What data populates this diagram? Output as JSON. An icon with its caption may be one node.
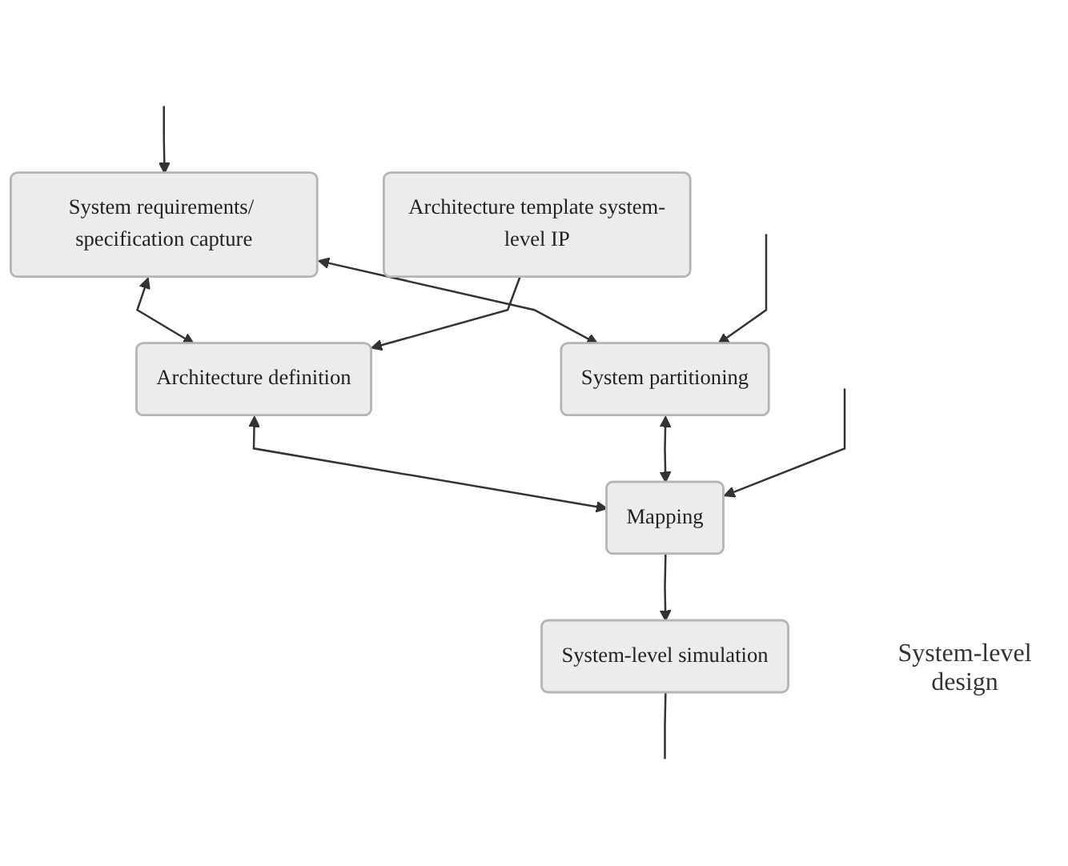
{
  "diagram": {
    "nodes": [
      {
        "text": [
          "System requirements/ specification capture"
        ]
      },
      {
        "text": [
          "Architecture template system-level IP"
        ]
      },
      {
        "text": [
          "Architecture definition"
        ]
      },
      {
        "text": [
          "System partitioning"
        ]
      },
      {
        "text": [
          "Mapping"
        ]
      },
      {
        "text": [
          "System-level simulation"
        ]
      }
    ],
    "edges": [
      {
        "from": 0,
        "to": 2,
        "arrow": "both"
      },
      {
        "from": 0,
        "to": 3,
        "arrow": "both"
      },
      {
        "from": 1,
        "to": 2,
        "arrow": "to"
      },
      {
        "from": 2,
        "to": 4,
        "arrow": "both"
      },
      {
        "from": 3,
        "to": 4,
        "arrow": "both"
      },
      {
        "from": 4,
        "to": 5,
        "arrow": "to"
      },
      {
        "from": null,
        "to": 0,
        "arrow": "to"
      },
      {
        "from": null,
        "to": 3,
        "arrow": "to"
      },
      {
        "from": null,
        "to": 4,
        "arrow": "to"
      },
      {
        "from": 5,
        "to": null,
        "arrow": "none"
      }
    ],
    "labels": [
      "System-level design"
    ]
  }
}
